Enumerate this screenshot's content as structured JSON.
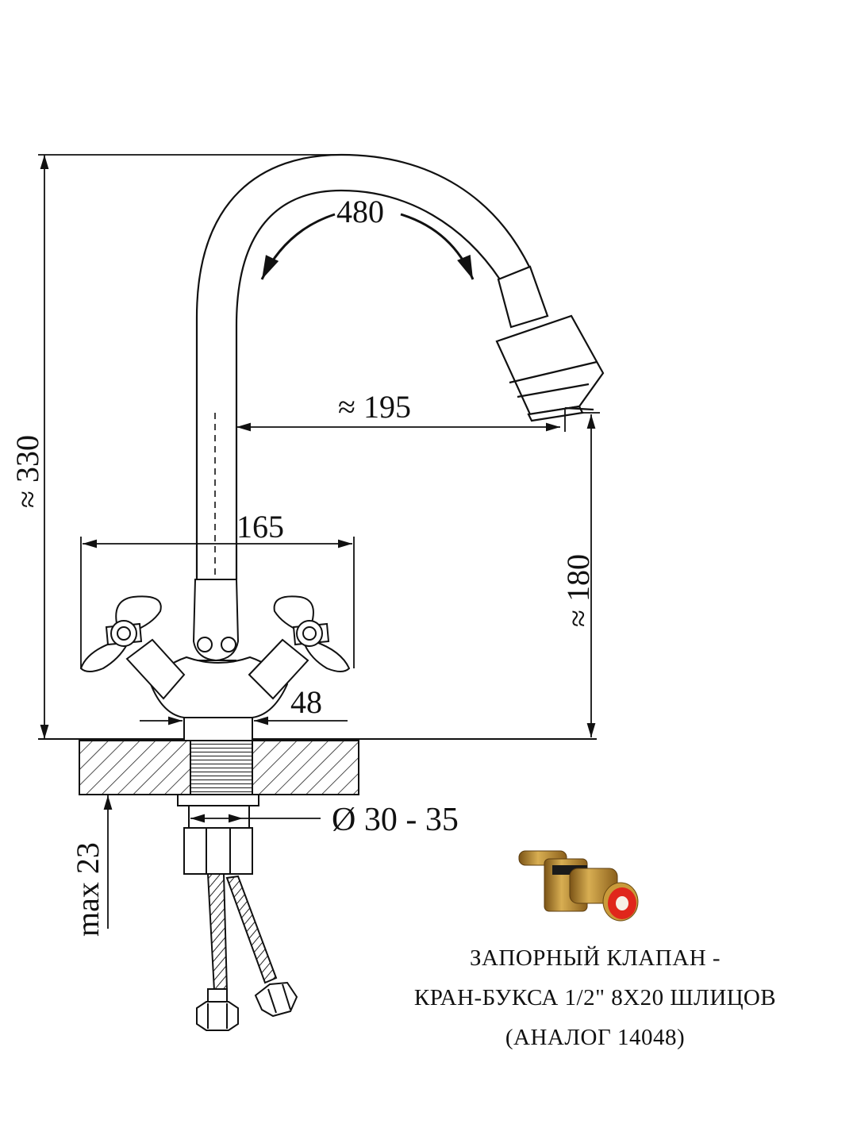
{
  "dimensions": {
    "height_total": "≈ 330",
    "swivel_angle": "480",
    "reach": "≈ 195",
    "spout_height": "≈ 180",
    "handle_span": "165",
    "base_diameter": "48",
    "hole_diameter": "Ø 30 - 35",
    "counter_thickness": "max 23"
  },
  "caption": {
    "line1": "ЗАПОРНЫЙ КЛАПАН -",
    "line2": "КРАН-БУКСА 1/2\" 8Х20 ШЛИЦОВ",
    "line3": "(АНАЛОГ 14048)"
  },
  "colors": {
    "line": "#111111",
    "cartridge_brass": "#b98a2e",
    "cartridge_seal": "#e0261b"
  }
}
